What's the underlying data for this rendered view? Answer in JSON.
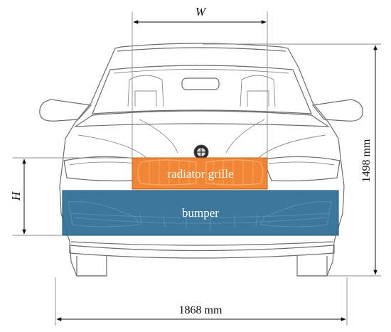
{
  "dimensions": {
    "width_label": "W",
    "height_label": "H",
    "total_height": "1498 mm",
    "total_width": "1868 mm"
  },
  "regions": {
    "grille": {
      "label": "radiator grille",
      "color": "#f07f2b"
    },
    "bumper": {
      "label": "bumper",
      "color": "#2b6c92"
    }
  }
}
